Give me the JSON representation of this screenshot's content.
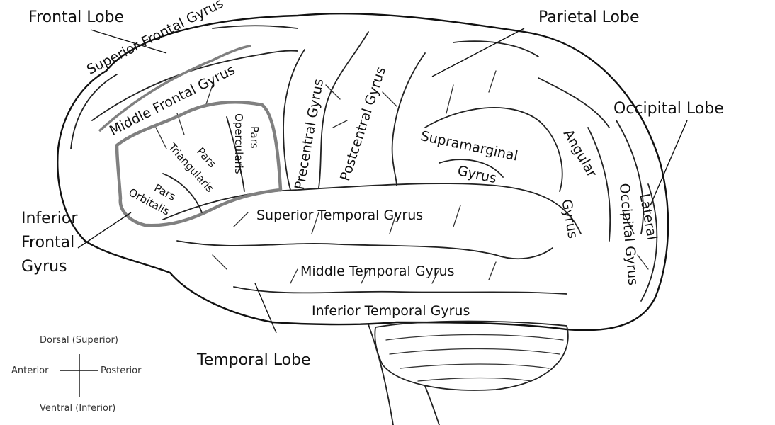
{
  "lobes": {
    "frontal": "Frontal Lobe",
    "parietal": "Parietal Lobe",
    "occipital": "Occipital Lobe",
    "temporal": "Temporal Lobe"
  },
  "gyri": {
    "superior_frontal": "Superior Frontal Gyrus",
    "middle_frontal": "Middle Frontal Gyrus",
    "precentral": "Precentral Gyrus",
    "postcentral": "Postcentral Gyrus",
    "supramarginal": [
      "Supramarginal",
      "Gyrus"
    ],
    "angular": [
      "Angular",
      "Gyrus"
    ],
    "lateral_occipital": [
      "Lateral",
      "Occipital Gyrus"
    ],
    "superior_temporal": "Superior Temporal Gyrus",
    "middle_temporal": "Middle Temporal Gyrus",
    "inferior_temporal": "Inferior Temporal Gyrus",
    "inferior_frontal": [
      "Inferior",
      "Frontal",
      "Gyrus"
    ]
  },
  "pars": {
    "opercularis": [
      "Pars",
      "Opercularis"
    ],
    "triangularis": [
      "Pars",
      "Triangularis"
    ],
    "orbitalis": [
      "Pars",
      "Orbitalis"
    ]
  },
  "orientation": {
    "dorsal": "Dorsal (Superior)",
    "ventral": "Ventral (Inferior)",
    "anterior": "Anterior",
    "posterior": "Posterior"
  }
}
